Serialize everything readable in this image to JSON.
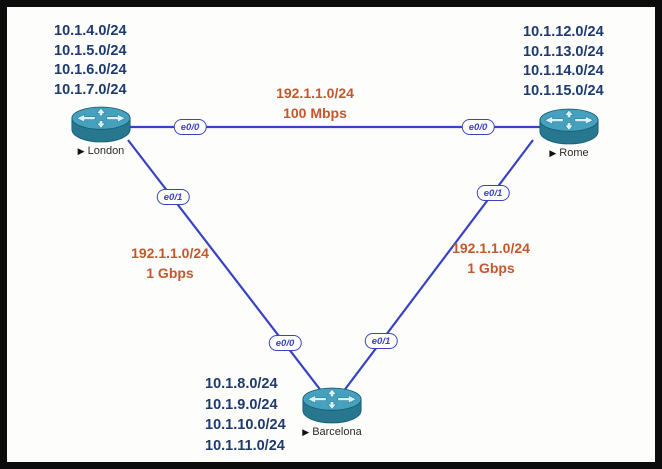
{
  "routers": {
    "london": {
      "label": "London",
      "networks": [
        "10.1.4.0/24",
        "10.1.5.0/24",
        "10.1.6.0/24",
        "10.1.7.0/24"
      ]
    },
    "rome": {
      "label": "Rome",
      "networks": [
        "10.1.12.0/24",
        "10.1.13.0/24",
        "10.1.14.0/24",
        "10.1.15.0/24"
      ]
    },
    "barcelona": {
      "label": "Barcelona",
      "networks": [
        "10.1.8.0/24",
        "10.1.9.0/24",
        "10.1.10.0/24",
        "10.1.11.0/24"
      ]
    }
  },
  "links": {
    "london_rome": {
      "network": "192.1.1.0/24",
      "speed": "100 Mbps",
      "london_interface": "e0/0",
      "rome_interface": "e0/0"
    },
    "london_barcelona": {
      "network": "192.1.1.0/24",
      "speed": "1 Gbps",
      "london_interface": "e0/1",
      "barcelona_interface": "e0/0"
    },
    "rome_barcelona": {
      "network": "192.1.1.0/24",
      "speed": "1 Gbps",
      "rome_interface": "e0/1",
      "barcelona_interface": "e0/1"
    }
  },
  "icons": {
    "router": "cisco-router-icon",
    "label_pointer": "▶"
  },
  "colors": {
    "link_line": "#3743c0",
    "interface_pill": "#3743c0",
    "network_text": "#1e3a6e",
    "link_label_text": "#c2582e",
    "router_top": "#45a1be",
    "router_body": "#27788f",
    "frame_border": "#0c0c0c",
    "background": "#fdfdfc"
  }
}
